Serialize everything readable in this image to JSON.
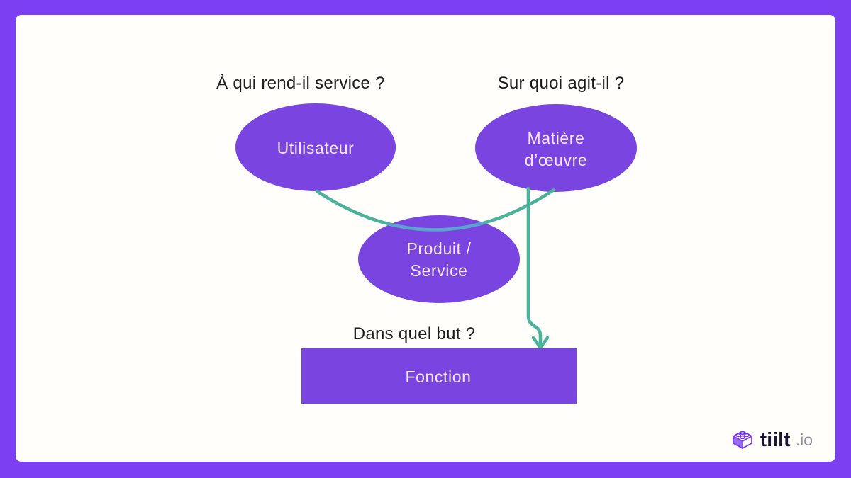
{
  "frame": {
    "border_color": "#7c3ff2",
    "canvas_color": "#fffefb"
  },
  "questions": {
    "user": "À qui rend-il service ?",
    "matter": "Sur quoi agit-il ?",
    "purpose": "Dans quel but ?"
  },
  "nodes": {
    "user": {
      "label": "Utilisateur",
      "shape": "ellipse"
    },
    "matter": {
      "line1": "Matière",
      "line2": "d’œuvre",
      "shape": "ellipse"
    },
    "product": {
      "line1": "Produit /",
      "line2": "Service",
      "shape": "ellipse"
    },
    "function": {
      "label": "Fonction",
      "shape": "rectangle"
    }
  },
  "colors": {
    "node_fill": "#7a44e1",
    "node_text": "#f5e8f6",
    "connector": "#48b29b",
    "connector_overlap": "#5ba4cd",
    "question_text": "#1c1c1c"
  },
  "logo": {
    "name": "tiilt",
    "tld": ".io",
    "icon": "lego-brick-icon",
    "brand_color": "#7a36f2",
    "text_color": "#1e1733",
    "tld_color": "#8e8f9c"
  }
}
